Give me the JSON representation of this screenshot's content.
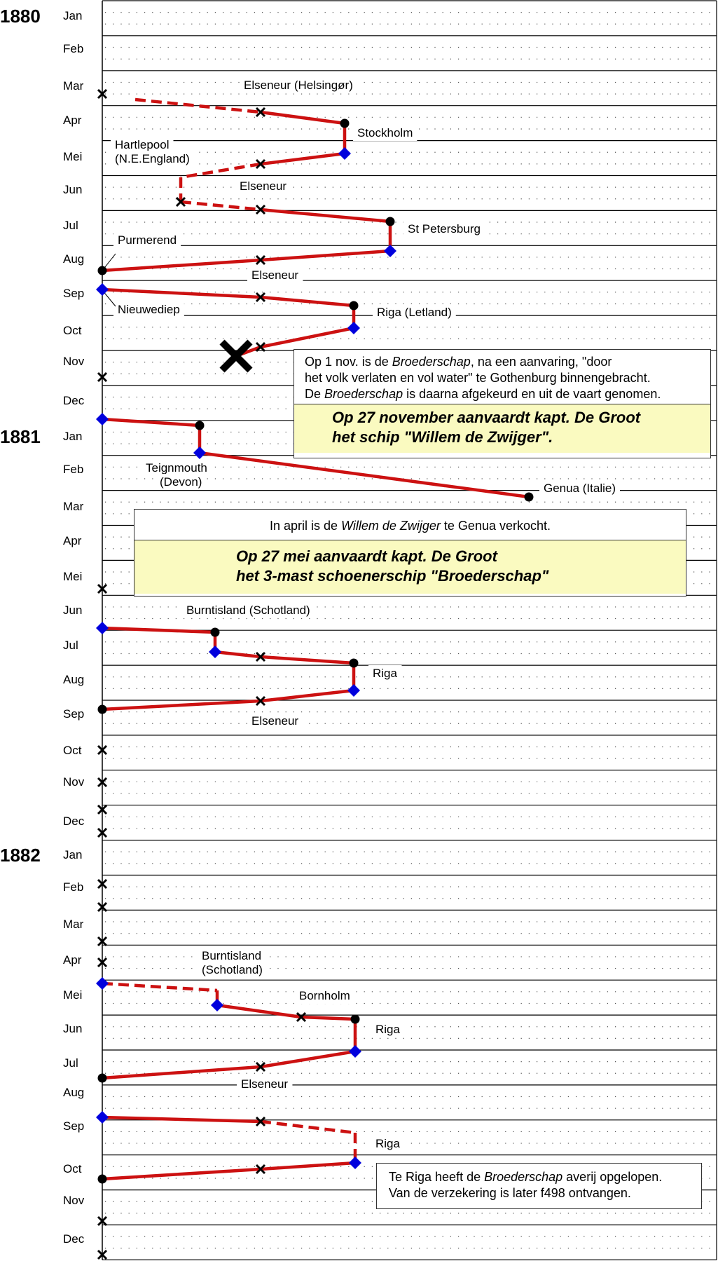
{
  "years": [
    "1880",
    "1881",
    "1882"
  ],
  "months": [
    "Jan",
    "Feb",
    "Mar",
    "Apr",
    "Mei",
    "Jun",
    "Jul",
    "Aug",
    "Sep",
    "Oct",
    "Nov",
    "Dec"
  ],
  "colors": {
    "route": "#cc1111",
    "diamond": "#0000dd",
    "dot": "#000000",
    "cross": "#000000",
    "highlight": "#fafac0"
  },
  "places": {
    "p1": "Elseneur (Helsingør)",
    "p2": "Stockholm",
    "p3a": "Hartlepool",
    "p3b": "(N.E.England)",
    "p4": "Elseneur",
    "p5": "St Petersburg",
    "p6": "Purmerend",
    "p7": "Elseneur",
    "p8": "Nieuwediep",
    "p9": "Riga (Letland)",
    "p10a": "Teignmouth",
    "p10b": "(Devon)",
    "p11": "Genua (Italie)",
    "p12": "Burntisland (Schotland)",
    "p13": "Riga",
    "p14": "Elseneur",
    "p15a": "Burntisland",
    "p15b": "(Schotland)",
    "p16": "Bornholm",
    "p17": "Riga",
    "p18": "Elseneur",
    "p19": "Riga"
  },
  "notes": {
    "n1": {
      "l1a": "Op 1 nov. is de ",
      "l1b": "Broederschap",
      "l1c": ", na een aanvaring, \"door",
      "l2": "het volk verlaten en vol water\" te Gothenburg binnengebracht.",
      "l3a": "De ",
      "l3b": "Broederschap",
      "l3c": " is daarna afgekeurd en uit de vaart genomen.",
      "h1": "Op 27 november aanvaardt kapt. De Groot",
      "h2": "het schip \"Willem de Zwijger\"."
    },
    "n2": {
      "l1a": "In april is de ",
      "l1b": "Willem de Zwijger",
      "l1c": " te Genua verkocht.",
      "h1": "Op 27 mei aanvaardt kapt. De Groot",
      "h2": "het 3-mast schoenerschip \"Broederschap\""
    },
    "n3": {
      "l1a": "Te Riga heeft de ",
      "l1b": "Broederschap",
      "l1c": " averij opgelopen.",
      "l2": "Van de verzekering is later f498 ontvangen."
    }
  }
}
